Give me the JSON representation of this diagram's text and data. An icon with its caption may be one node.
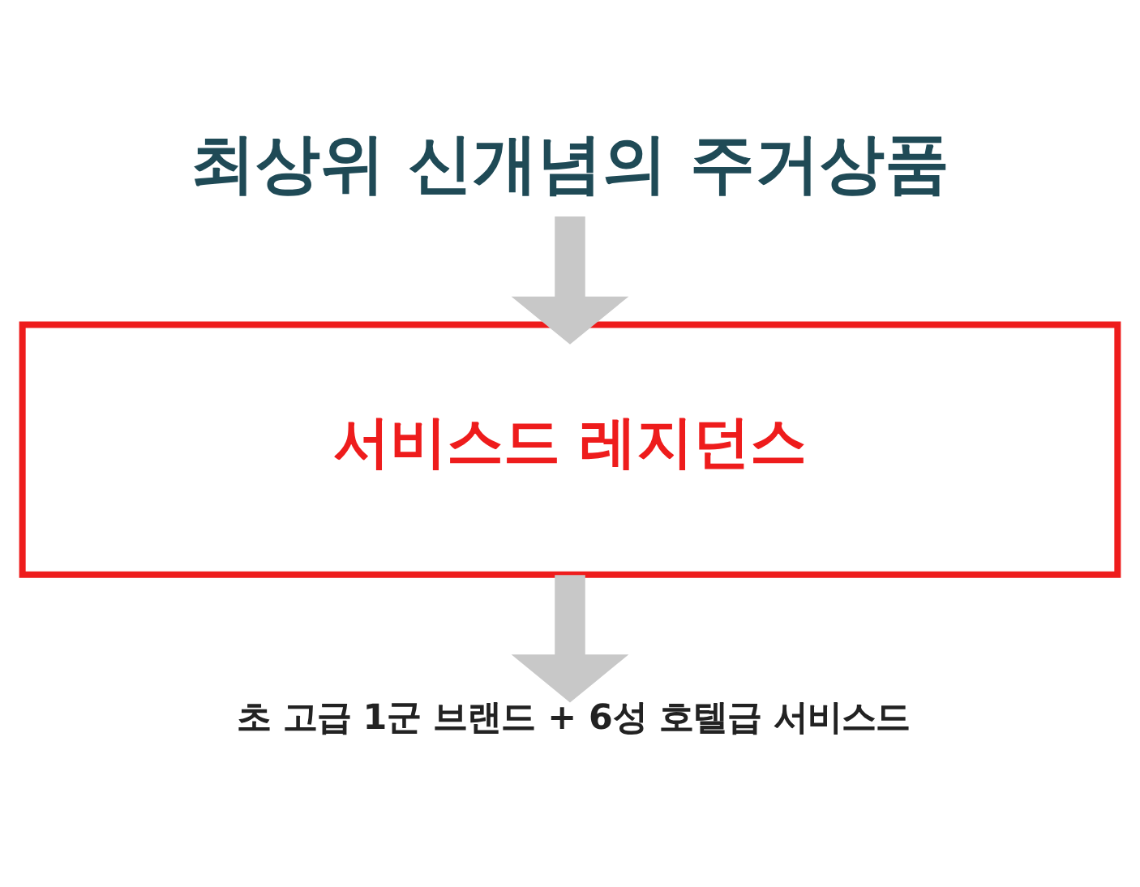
{
  "diagram": {
    "nodes": [
      {
        "text": [
          "최상위 신개념의 주거상품"
        ]
      },
      {
        "text": [
          "서비스드 레지던스"
        ]
      },
      {
        "text": [
          "초 고급 1군 브랜드 + 6성 호텔급 서비스드"
        ]
      }
    ],
    "edges": [
      {
        "from": 0,
        "to": 1,
        "arrow": "to"
      },
      {
        "from": 1,
        "to": 2,
        "arrow": "to"
      }
    ]
  }
}
